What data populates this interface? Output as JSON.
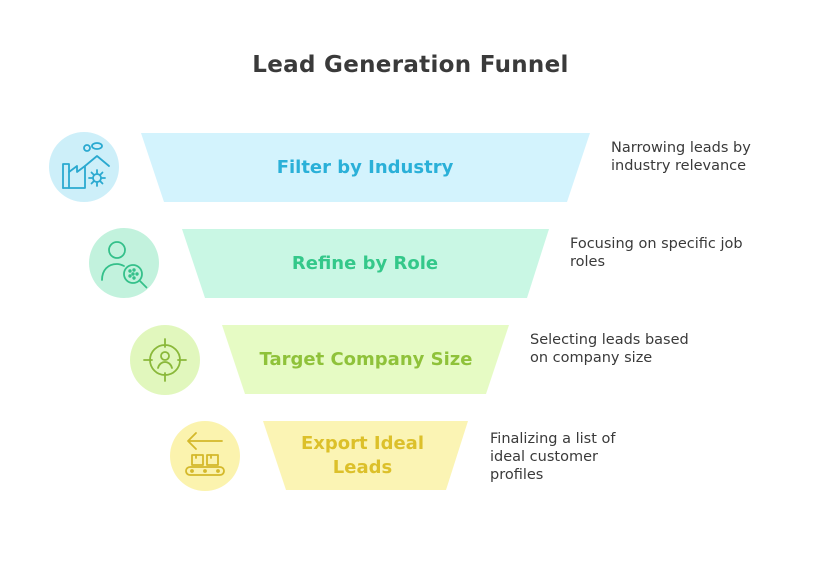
{
  "title": "Lead Generation Funnel",
  "stages": [
    {
      "label": "Filter by Industry",
      "description": "Narrowing leads by industry relevance",
      "icon": "factory-gear-icon",
      "fill": "#d3f3fd",
      "circle": "#cdeff9",
      "text_color": "#2ab0d8",
      "icon_color": "#2aa9d0"
    },
    {
      "label": "Refine by Role",
      "description": "Focusing on specific job roles",
      "icon": "user-search-icon",
      "fill": "#c9f7e4",
      "circle": "#c2f2dd",
      "text_color": "#34c88a",
      "icon_color": "#34c08a"
    },
    {
      "label": "Target Company Size",
      "description": "Selecting leads based on company size",
      "icon": "target-user-icon",
      "fill": "#e6fbc4",
      "circle": "#e1f7bd",
      "text_color": "#8fc23a",
      "icon_color": "#8ab83a"
    },
    {
      "label": "Export Ideal Leads",
      "description": "Finalizing a list of ideal customer profiles",
      "icon": "export-conveyor-icon",
      "fill": "#fbf4b4",
      "circle": "#fbf3ae",
      "text_color": "#dcc02a",
      "icon_color": "#d4b82a"
    }
  ]
}
